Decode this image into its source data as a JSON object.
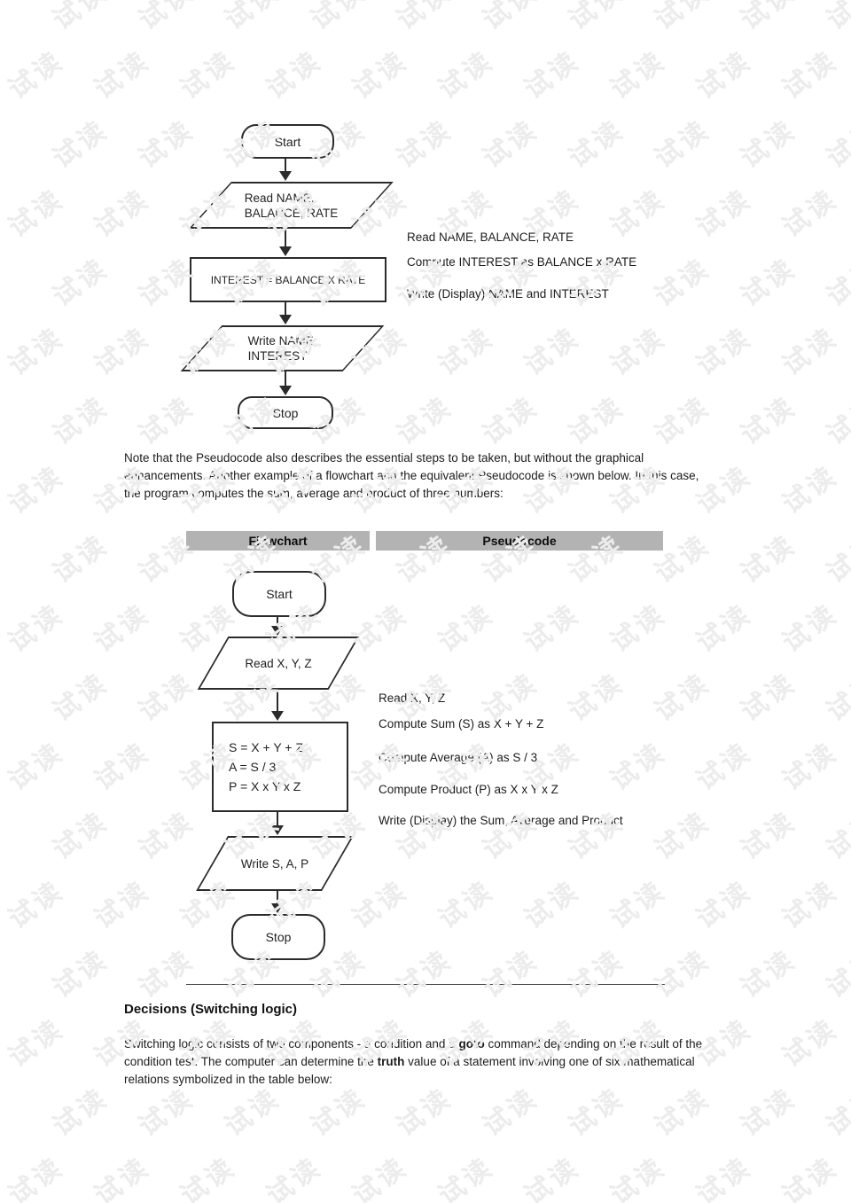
{
  "watermark": {
    "text": "试读"
  },
  "flowchart1": {
    "start_label": "Start",
    "read_label": "Read NAME,\nBALANCE, RATE",
    "process_label": "INTEREST = BALANCE X RATE",
    "write_label": "Write NAME,\nINTEREST",
    "stop_label": "Stop"
  },
  "pseudocode1": {
    "lines": [
      "Read NAME, BALANCE, RATE",
      "Compute INTEREST as BALANCE x RATE",
      "Write (Display) NAME and INTEREST"
    ]
  },
  "note_paragraph": "Note that the Pseudocode also describes the essential steps to be taken, but without the graphical enhancements. Another example of a flowchart and the equivalent Pseudocode is shown below. In this case, the program computes the sum, average and product of three numbers:",
  "table_headers": {
    "flowchart": "Flowchart",
    "pseudocode": "Pseudocode"
  },
  "flowchart2": {
    "start_label": "Start",
    "read_label": "Read X, Y, Z",
    "process_lines": [
      "S = X + Y + Z",
      "A = S / 3",
      "P = X x Y x Z"
    ],
    "write_label": "Write S, A, P",
    "stop_label": "Stop"
  },
  "pseudocode2": {
    "lines": [
      "Read X, Y, Z",
      "Compute Sum (S) as X + Y + Z",
      "Compute Average (A) as S / 3",
      "Compute Product (P) as X x Y x Z",
      "Write (Display) the Sum, Average and Product"
    ]
  },
  "decisions": {
    "heading": "Decisions (Switching logic)",
    "paragraph_segments": [
      {
        "t": "Switching logic consists of two components - a condition and a ",
        "b": false
      },
      {
        "t": "goto",
        "b": true
      },
      {
        "t": " command depending on the result of the condition test. The computer can determine the ",
        "b": false
      },
      {
        "t": "truth",
        "b": true
      },
      {
        "t": " value of a statement involving one of six mathematical relations symbolized in the table below:",
        "b": false
      }
    ]
  },
  "colors": {
    "header_bar_bg": "#b3b3b3",
    "shape_border": "#2b2b2b",
    "watermark": "#ececec"
  }
}
